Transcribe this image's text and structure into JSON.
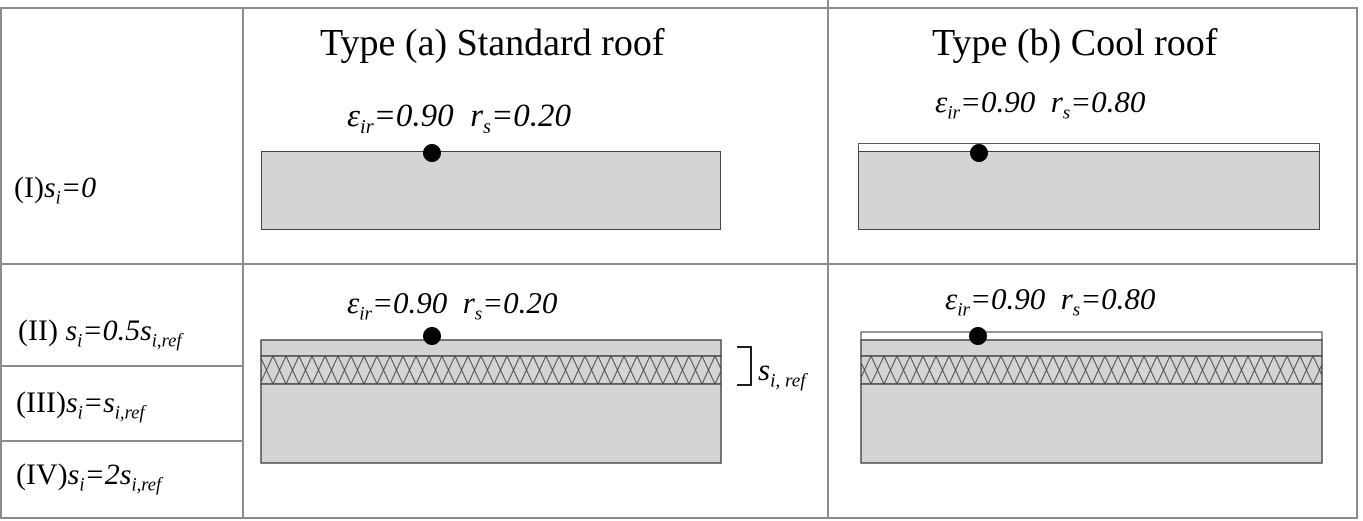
{
  "header": {
    "col_a_title": "Type  (a) Standard roof",
    "col_b_title": "Type  (b) Cool roof"
  },
  "rows": [
    {
      "roman": "(I)",
      "s": "s",
      "sub": "i",
      "eq": "=0",
      "s2": "",
      "sub2": ""
    },
    {
      "roman": "(II) ",
      "s": "s",
      "sub": "i",
      "eq": "=0.5",
      "s2": "s",
      "sub2": "i,ref"
    },
    {
      "roman": "(III)",
      "s": "s",
      "sub": "i",
      "eq": "=",
      "s2": "s",
      "sub2": "i,ref"
    },
    {
      "roman": "(IV)",
      "s": "s",
      "sub": "i",
      "eq": "=2",
      "s2": "s",
      "sub2": "i,ref"
    }
  ],
  "annotations": {
    "standard": {
      "eps": "ε",
      "eps_sub": "ir",
      "eps_val": "=0.90",
      "r": "r",
      "r_sub": "s",
      "r_val": "=0.20"
    },
    "cool": {
      "eps": "ε",
      "eps_sub": "ir",
      "eps_val": "=0.90",
      "r": "r",
      "r_sub": "s",
      "r_val": "=0.80"
    }
  },
  "insulation_label": {
    "s": "s",
    "sub": "i, ref"
  },
  "colors": {
    "roof_fill": "#d4d4d4",
    "cool_layer": "#ffffff",
    "grid": "#8c8c8c",
    "outline": "#444444"
  }
}
